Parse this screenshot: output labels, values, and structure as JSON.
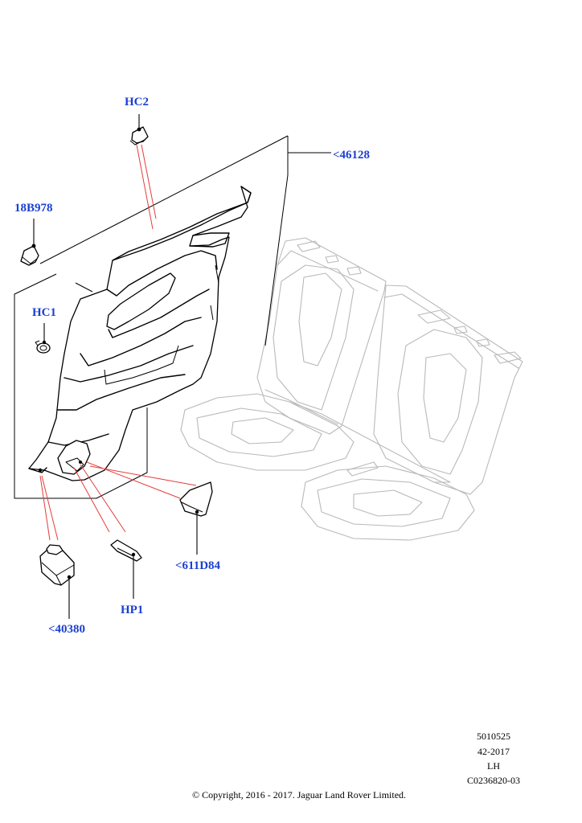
{
  "callouts": {
    "hc2": "HC2",
    "c46128": "<46128",
    "c18b978": "18B978",
    "hc1": "HC1",
    "c611d84": "<611D84",
    "hp1": "HP1",
    "c40380": "<40380"
  },
  "reference_block": {
    "line1": "5010525",
    "line2": "42-2017",
    "line3": "LH",
    "line4": "C0236820-03"
  },
  "copyright": "© Copyright, 2016 - 2017. Jaguar Land Rover Limited.",
  "colors": {
    "callout_text": "#1a3fd1",
    "leader_red": "#e53b3b",
    "seat_outline": "#b9b9b9"
  }
}
